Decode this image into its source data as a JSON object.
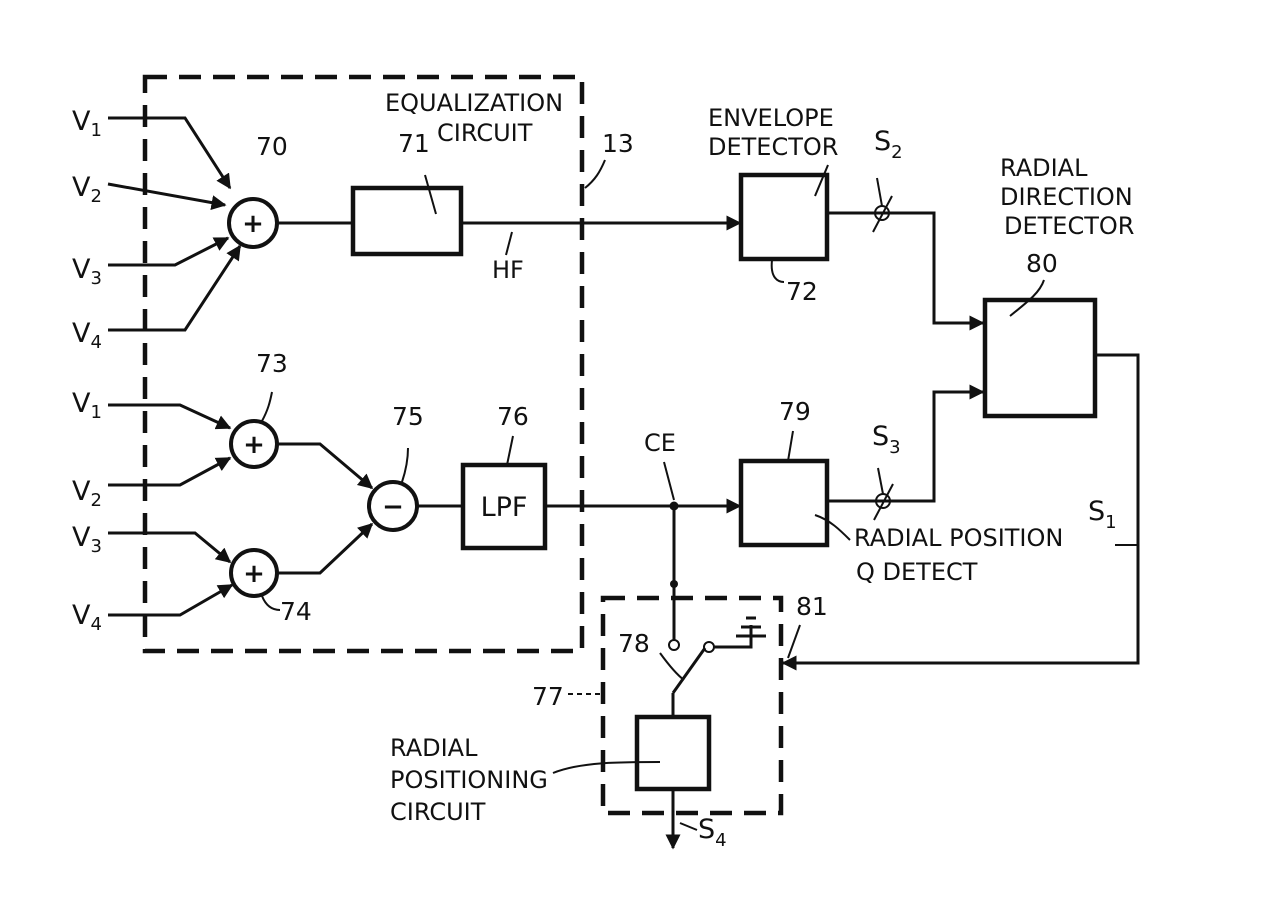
{
  "inputs_top": [
    "V1",
    "V2",
    "V3",
    "V4"
  ],
  "inputs_bottom": [
    "V1",
    "V2",
    "V3",
    "V4"
  ],
  "input_letter": "V",
  "input_subscripts": [
    "1",
    "2",
    "3",
    "4"
  ],
  "ref_numbers": {
    "n70": "70",
    "n71": "71",
    "n72": "72",
    "n73": "73",
    "n74": "74",
    "n75": "75",
    "n76": "76",
    "n77": "77",
    "n78": "78",
    "n79": "79",
    "n80": "80",
    "n81": "81",
    "n13": "13"
  },
  "labels": {
    "equalization_line1": "EQUALIZATION",
    "equalization_line2": "CIRCUIT",
    "envelope_line1": "ENVELOPE",
    "envelope_line2": "DETECTOR",
    "radial_dir_line1": "RADIAL",
    "radial_dir_line2": "DIRECTION",
    "radial_dir_line3": "DETECTOR",
    "radial_pos_line1": "RADIAL POSITION",
    "radial_pos_line2": "Q DETECT",
    "radial_positioning_line1": "RADIAL",
    "radial_positioning_line2": "POSITIONING",
    "radial_positioning_line3": "CIRCUIT",
    "lpf": "LPF",
    "hf": "HF",
    "ce": "CE"
  },
  "signals": {
    "s_letter": "S",
    "s1_sub": "1",
    "s2_sub": "2",
    "s3_sub": "3",
    "s4_sub": "4"
  },
  "operators": {
    "plus": "+",
    "minus": "−"
  }
}
